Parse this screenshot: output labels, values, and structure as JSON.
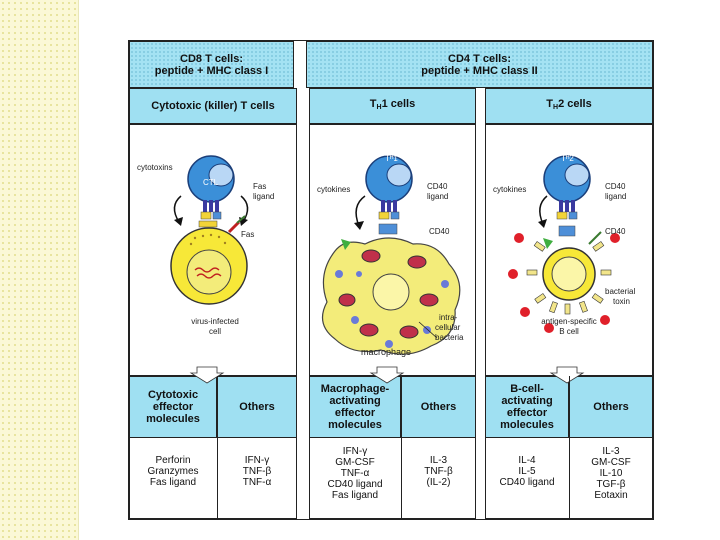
{
  "headers": {
    "cd8_line1": "CD8 T cells:",
    "cd8_line2": "peptide + MHC class I",
    "cd4_line1": "CD4 T cells:",
    "cd4_line2": "peptide + MHC class II"
  },
  "columns": {
    "col1": "Cytotoxic (killer) T cells",
    "col2_main": "T",
    "col2_sub": "H",
    "col2_tail": "1  cells",
    "col3_main": "T",
    "col3_sub": "H",
    "col3_tail": "2  cells"
  },
  "panel1": {
    "cell_label": "CTL",
    "cytotoxins": "cytotoxins",
    "fas_ligand_1": "Fas",
    "fas_ligand_2": "ligand",
    "fas": "Fas",
    "target_1": "virus-infected",
    "target_2": "cell"
  },
  "panel2": {
    "cell_label": "Tᴴ1",
    "cytokines": "cytokines",
    "cd40l_1": "CD40",
    "cd40l_2": "ligand",
    "cd40": "CD40",
    "bact_1": "intra-",
    "bact_2": "cellular",
    "bact_3": "bacteria",
    "macrophage": "macrophage"
  },
  "panel3": {
    "cell_label": "Tᴴ2",
    "cytokines": "cytokines",
    "cd40l_1": "CD40",
    "cd40l_2": "ligand",
    "cd40": "CD40",
    "toxin_1": "bacterial",
    "toxin_2": "toxin",
    "target_1": "antigen-specific",
    "target_2": "B cell"
  },
  "bottom": {
    "b1_head": [
      "Cytotoxic",
      "effector",
      "molecules"
    ],
    "b1_others": "Others",
    "b1_list": [
      "Perforin",
      "Granzymes",
      "Fas ligand"
    ],
    "b1_others_list": [
      "IFN-γ",
      "TNF-β",
      "TNF-α"
    ],
    "b2_head": [
      "Macrophage-",
      "activating",
      "effector",
      "molecules"
    ],
    "b2_others": "Others",
    "b2_list": [
      "IFN-γ",
      "GM-CSF",
      "TNF-α",
      "CD40 ligand",
      "Fas ligand"
    ],
    "b2_others_list": [
      "IL-3",
      "TNF-β",
      "(IL-2)"
    ],
    "b3_head": [
      "B-cell-",
      "activating",
      "effector",
      "molecules"
    ],
    "b3_others": "Others",
    "b3_list": [
      "IL-4",
      "IL-5",
      "CD40 ligand"
    ],
    "b3_others_list": [
      "IL-3",
      "GM-CSF",
      "IL-10",
      "TGF-β",
      "Eotaxin"
    ]
  },
  "colors": {
    "header_fill": "#9fe0f2",
    "t_cell": "#3b8fd8",
    "target_cell": "#f7e838",
    "macrophage": "#f3ec7a",
    "bacteria": "#c0304a",
    "toxin": "#e0202a"
  }
}
